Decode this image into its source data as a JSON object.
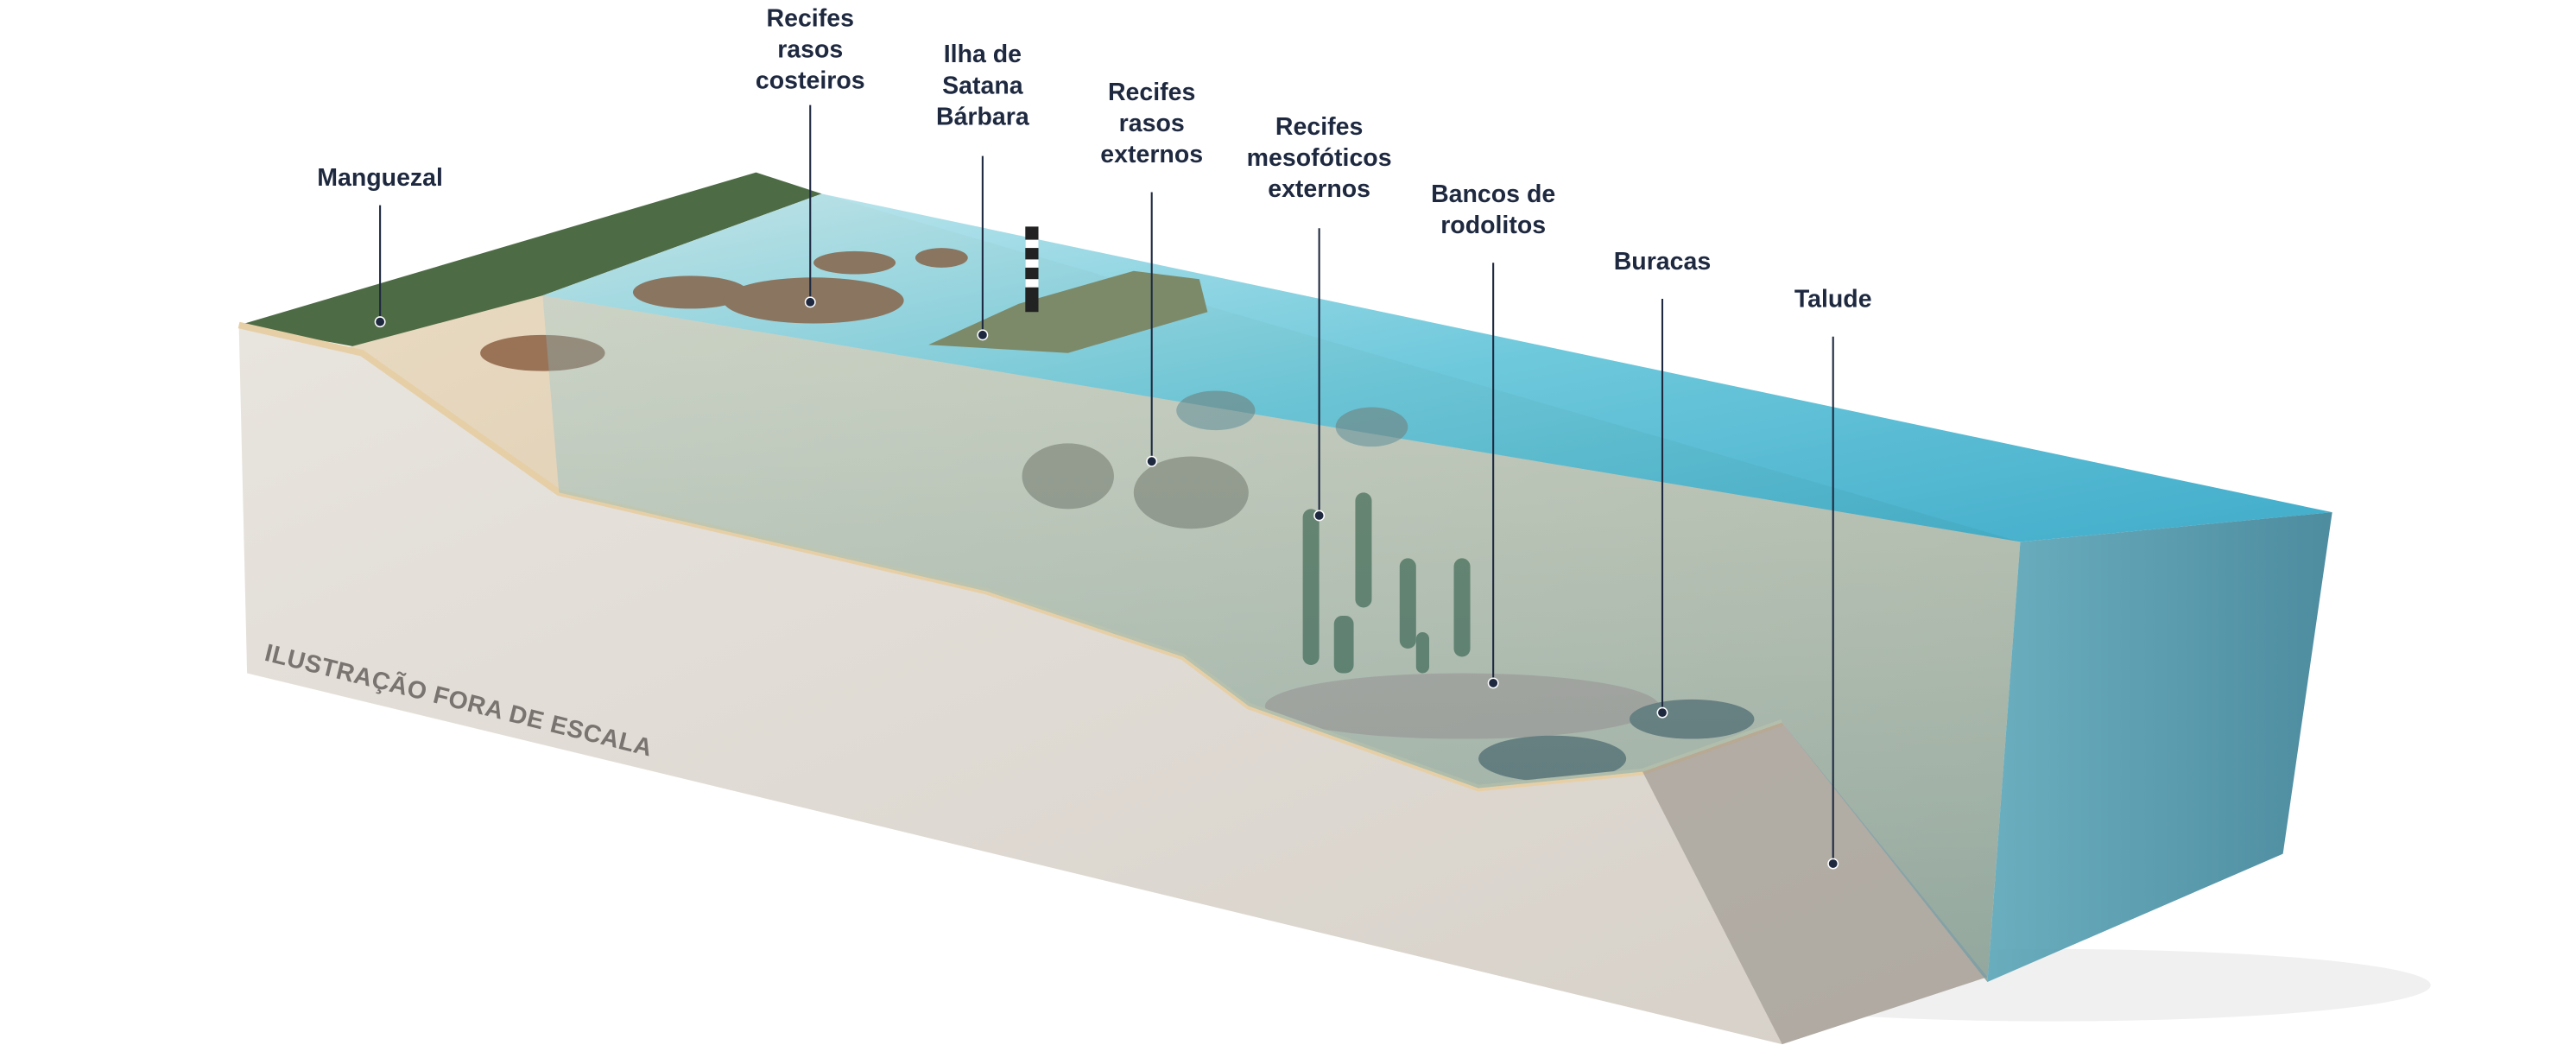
{
  "labels": [
    {
      "id": "manguezal",
      "lines": [
        "Manguezal"
      ]
    },
    {
      "id": "recifes-rasos-costeiros",
      "lines": [
        "Recifes",
        "rasos",
        "costeiros"
      ]
    },
    {
      "id": "ilha",
      "lines": [
        "Ilha de",
        "Satana",
        "Bárbara"
      ]
    },
    {
      "id": "recifes-rasos-externos",
      "lines": [
        "Recifes",
        "rasos",
        "externos"
      ]
    },
    {
      "id": "recifes-mesofoticos",
      "lines": [
        "Recifes",
        "mesofóticos",
        "externos"
      ]
    },
    {
      "id": "bancos-rodolitos",
      "lines": [
        "Bancos de",
        "rodolitos"
      ]
    },
    {
      "id": "buracas",
      "lines": [
        "Buracas"
      ]
    },
    {
      "id": "talude",
      "lines": [
        "Talude"
      ]
    }
  ],
  "watermark": "ILUSTRAÇÃO FORA DE ESCALA",
  "colors": {
    "label": "#1e2940",
    "rock": "#e2ddd6",
    "sand": "#e6d6bd",
    "water": "#4fb8d0",
    "mangrove": "#4d6b45"
  }
}
